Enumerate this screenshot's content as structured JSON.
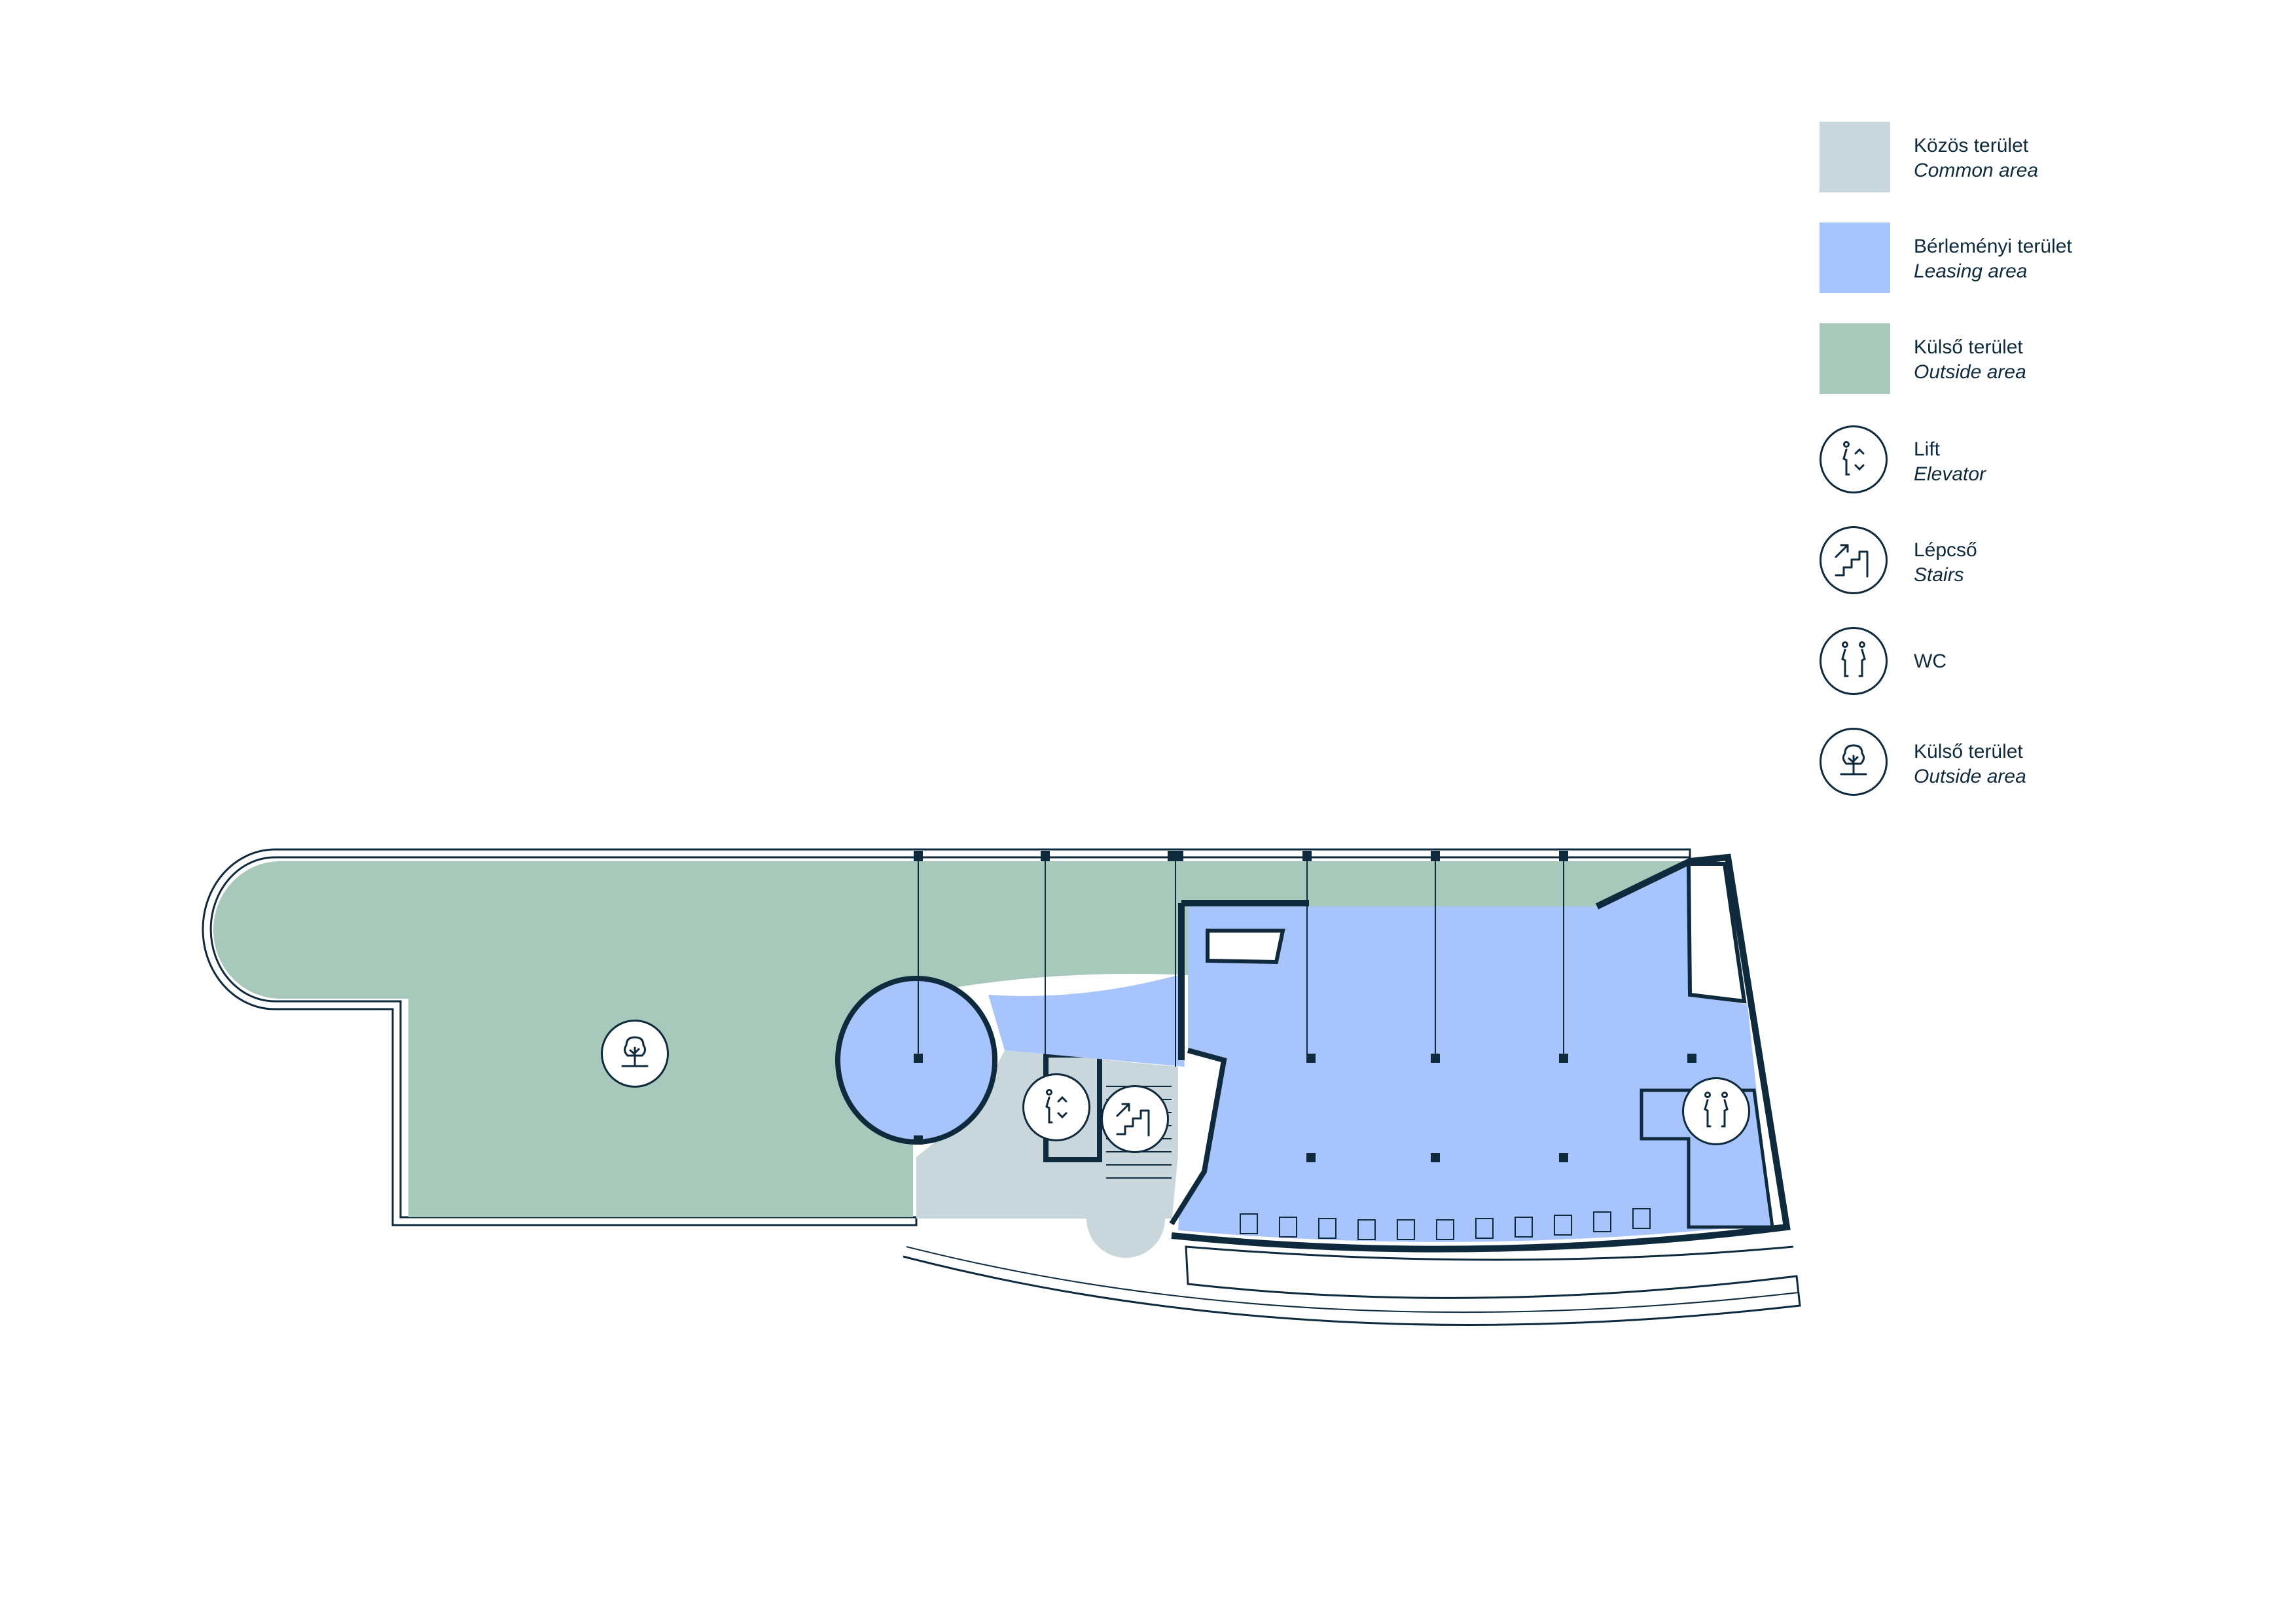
{
  "colors": {
    "common_area": "#c9d7dc",
    "leasing_area": "#a8c4fc",
    "outside_area": "#a8c8bc",
    "wall": "#0e2a3c",
    "background": "#ffffff"
  },
  "legend": {
    "items": [
      {
        "kind": "swatch",
        "swatch": "common_area",
        "hu": "Közös terület",
        "en": "Common area"
      },
      {
        "kind": "swatch",
        "swatch": "leasing_area",
        "hu": "Bérleményi terület",
        "en": "Leasing area"
      },
      {
        "kind": "swatch",
        "swatch": "outside_area",
        "hu": "Külső terület",
        "en": "Outside area"
      },
      {
        "kind": "icon",
        "icon": "elevator-icon",
        "hu": "Lift",
        "en": "Elevator"
      },
      {
        "kind": "icon",
        "icon": "stairs-icon",
        "hu": "Lépcső",
        "en": "Stairs"
      },
      {
        "kind": "icon",
        "icon": "wc-icon",
        "hu": "WC",
        "en": ""
      },
      {
        "kind": "icon",
        "icon": "tree-icon",
        "hu": "Külső terület",
        "en": "Outside area"
      }
    ]
  },
  "plan_badges": [
    {
      "icon": "tree-icon",
      "area": "terrace"
    },
    {
      "icon": "elevator-icon",
      "area": "core"
    },
    {
      "icon": "stairs-icon",
      "area": "core"
    },
    {
      "icon": "wc-icon",
      "area": "office"
    }
  ]
}
